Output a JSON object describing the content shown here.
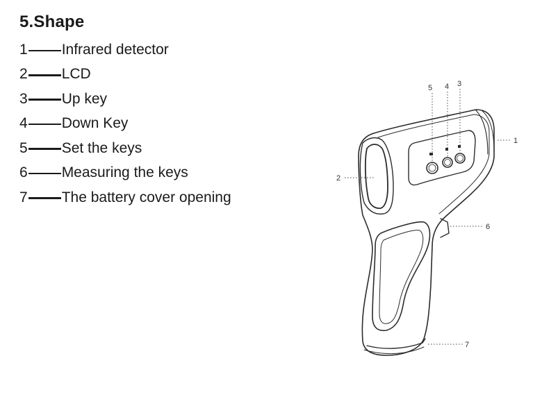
{
  "section": {
    "title": "5.Shape"
  },
  "parts": [
    {
      "num": "1",
      "label": "Infrared detector"
    },
    {
      "num": "2",
      "label": "LCD"
    },
    {
      "num": "3",
      "label": "Up key"
    },
    {
      "num": "4",
      "label": "Down Key"
    },
    {
      "num": "5",
      "label": "Set the keys"
    },
    {
      "num": "6",
      "label": "Measuring the keys"
    },
    {
      "num": "7",
      "label": "The battery cover opening"
    }
  ],
  "figure": {
    "callouts": {
      "c1": "1",
      "c2": "2",
      "c3": "3",
      "c4": "4",
      "c5": "5",
      "c6": "6",
      "c7": "7"
    }
  }
}
